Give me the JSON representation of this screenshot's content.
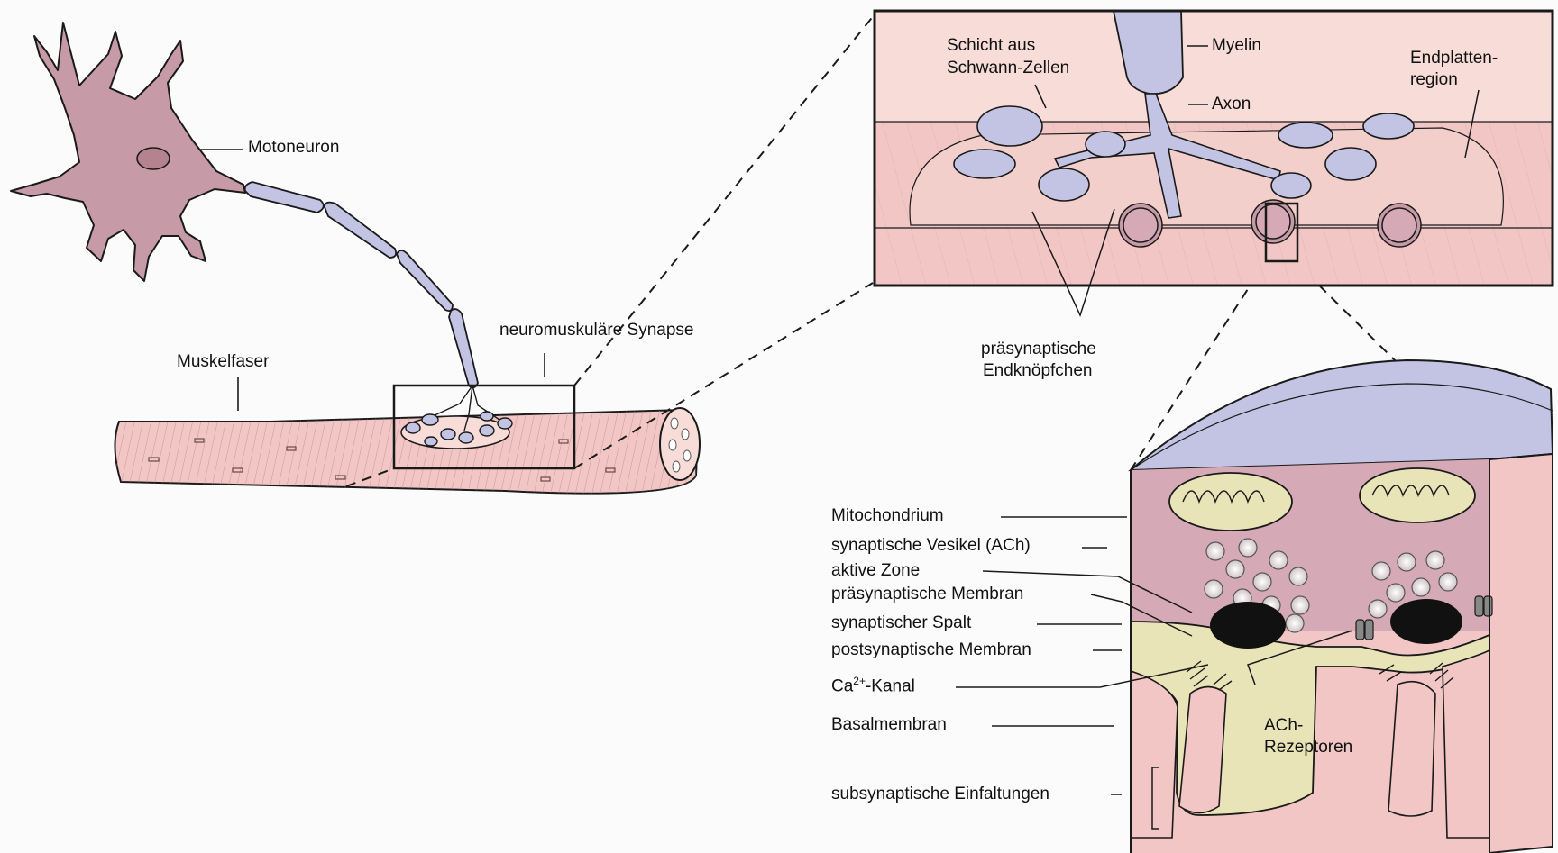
{
  "labels": {
    "motoneuron": "Motoneuron",
    "muskelfaser": "Muskelfaser",
    "synapse": "neuromuskuläre Synapse",
    "schwann_1": "Schicht aus",
    "schwann_2": "Schwann-Zellen",
    "myelin": "Myelin",
    "axon": "Axon",
    "endplatte_1": "Endplatten-",
    "endplatte_2": "region",
    "endknoepfchen_1": "präsynaptische",
    "endknoepfchen_2": "Endknöpfchen",
    "mitochondrium": "Mitochondrium",
    "vesikel": "synaptische Vesikel (ACh)",
    "aktive_zone": "aktive Zone",
    "praesyn_membran": "präsynaptische Membran",
    "spalt": "synaptischer Spalt",
    "postsyn_membran": "postsynaptische Membran",
    "ca_base": "Ca",
    "ca_sup": "2+",
    "ca_rest": "-Kanal",
    "basalmembran": "Basalmembran",
    "ach_1": "ACh-",
    "ach_2": "Rezeptoren",
    "einfaltungen": "subsynaptische Einfaltungen"
  },
  "colors": {
    "neuron": "#c79aa7",
    "myelin": "#c3c3e4",
    "muscle": "#f1c6c4",
    "muscle_light": "#f7dcd8",
    "cleft": "#e9e3b8",
    "presyn": "#d6a9b6",
    "active_zone": "#111111",
    "channel": "#888888"
  }
}
